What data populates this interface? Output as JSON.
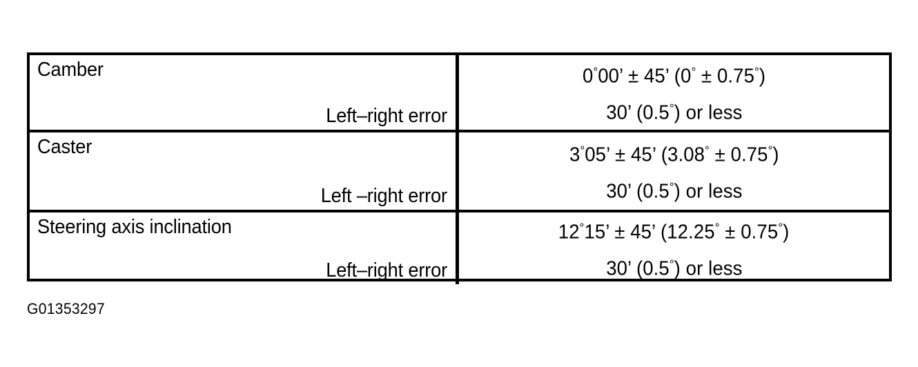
{
  "document": {
    "type": "specification-table",
    "caption": "G01353297",
    "text_color": "#000000",
    "background_color": "#ffffff",
    "border_color": "#000000"
  },
  "table": {
    "columns": 2,
    "rows": [
      {
        "name_primary": "Camber",
        "name_secondary": "Left–right error",
        "value_line1": "0°00’ ± 45’ (0° ± 0.75°)",
        "value_line2": "30’ (0.5°) or less",
        "value_line1_parts": {
          "angle_deg": "0",
          "angle_min": "00’",
          "tolerance_min": "± 45’",
          "decimal_form": "(0° ± 0.75°)"
        },
        "value_line2_parts": {
          "limit_min": "30’",
          "decimal_form": "(0.5°)",
          "qualifier": "or less"
        }
      },
      {
        "name_primary": "Caster",
        "name_secondary": "Left –right error",
        "value_line1": "3°05’ ± 45’ (3.08° ± 0.75°)",
        "value_line2": "30’ (0.5°) or less",
        "value_line1_parts": {
          "angle_deg": "3",
          "angle_min": "05’",
          "tolerance_min": "± 45’",
          "decimal_form": "(3.08° ± 0.75°)"
        },
        "value_line2_parts": {
          "limit_min": "30’",
          "decimal_form": "(0.5°)",
          "qualifier": "or less"
        }
      },
      {
        "name_primary": "Steering axis inclination",
        "name_secondary": "Left–right error",
        "value_line1": "12°15’ ± 45’ (12.25° ± 0.75°)",
        "value_line2": "30’ (0.5°) or less",
        "value_line1_parts": {
          "angle_deg": "12",
          "angle_min": "15’",
          "tolerance_min": "± 45’",
          "decimal_form": "(12.25° ± 0.75°)"
        },
        "value_line2_parts": {
          "limit_min": "30’",
          "decimal_form": "(0.5°)",
          "qualifier": "or less"
        }
      }
    ]
  }
}
